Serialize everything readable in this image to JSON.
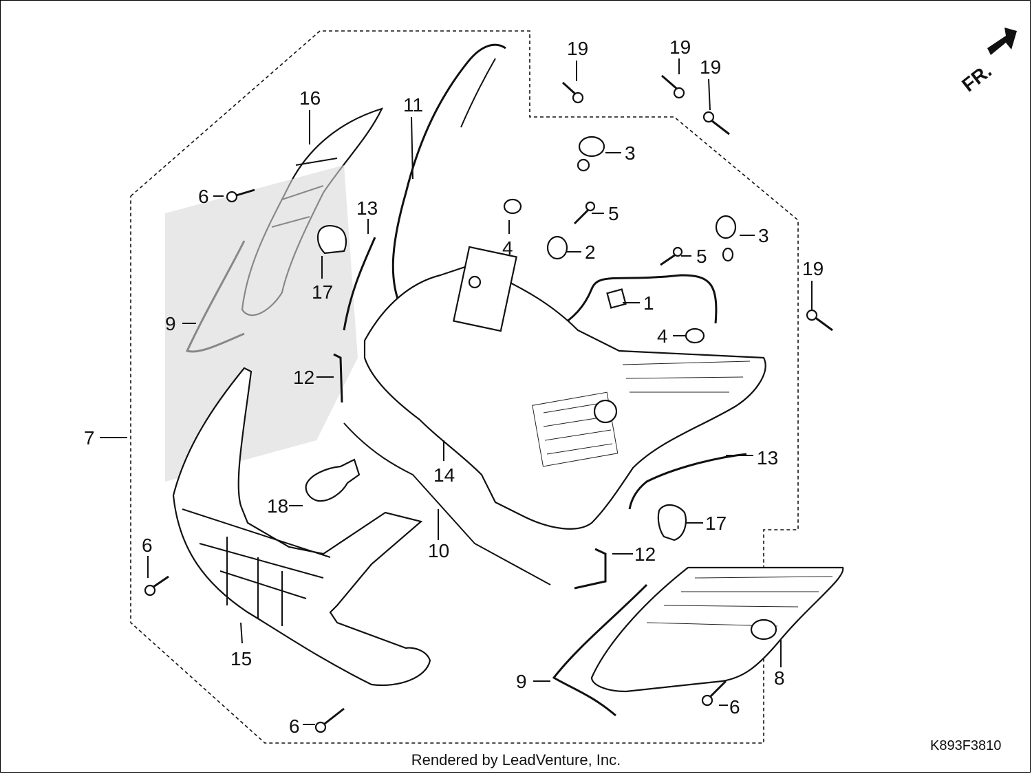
{
  "callouts": {
    "c1": "1",
    "c2": "2",
    "c3a": "3",
    "c3b": "3",
    "c4a": "4",
    "c4b": "4",
    "c5a": "5",
    "c5b": "5",
    "c6a": "6",
    "c6b": "6",
    "c6c": "6",
    "c6d": "6",
    "c7": "7",
    "c8": "8",
    "c9a": "9",
    "c9b": "9",
    "c10": "10",
    "c11": "11",
    "c12a": "12",
    "c12b": "12",
    "c13a": "13",
    "c13b": "13",
    "c14": "14",
    "c15": "15",
    "c16": "16",
    "c17a": "17",
    "c17b": "17",
    "c18": "18",
    "c19a": "19",
    "c19b": "19",
    "c19c": "19",
    "c19d": "19"
  },
  "direction_label": "FR.",
  "diagram_code": "K893F3810",
  "footer_text": "Rendered by LeadVenture, Inc."
}
